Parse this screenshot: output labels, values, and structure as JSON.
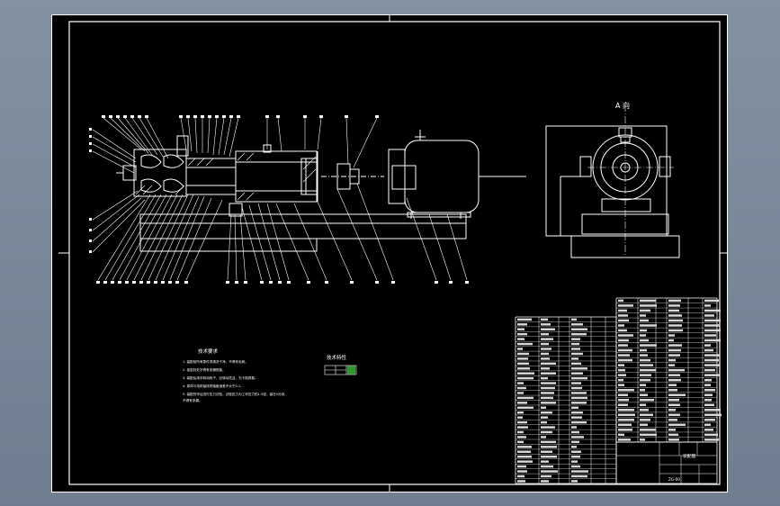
{
  "drawing": {
    "view_label": "A 向",
    "notes_title": "技术要求",
    "notes": [
      "1. 装配前所有零件须清洗干净，不得有毛刺。",
      "2. 各密封处不得有渗漏现象。",
      "3. 装配后用手转动转子，应转动灵活，无卡阻现象。",
      "4. 泵体与电机轴线同轴度误差不大于0.1。",
      "5. 装配完毕后进行压力试验，试验压力为工作压力的1.5倍，保压5分钟，",
      "   不得有渗漏。"
    ],
    "spec_title": "技术特性",
    "title_block_name": "装配图",
    "drawing_number": "ZG-00"
  },
  "colors": {
    "frame": "#ffffff",
    "line": "#ffffff",
    "accent": "#2e9a2e"
  }
}
